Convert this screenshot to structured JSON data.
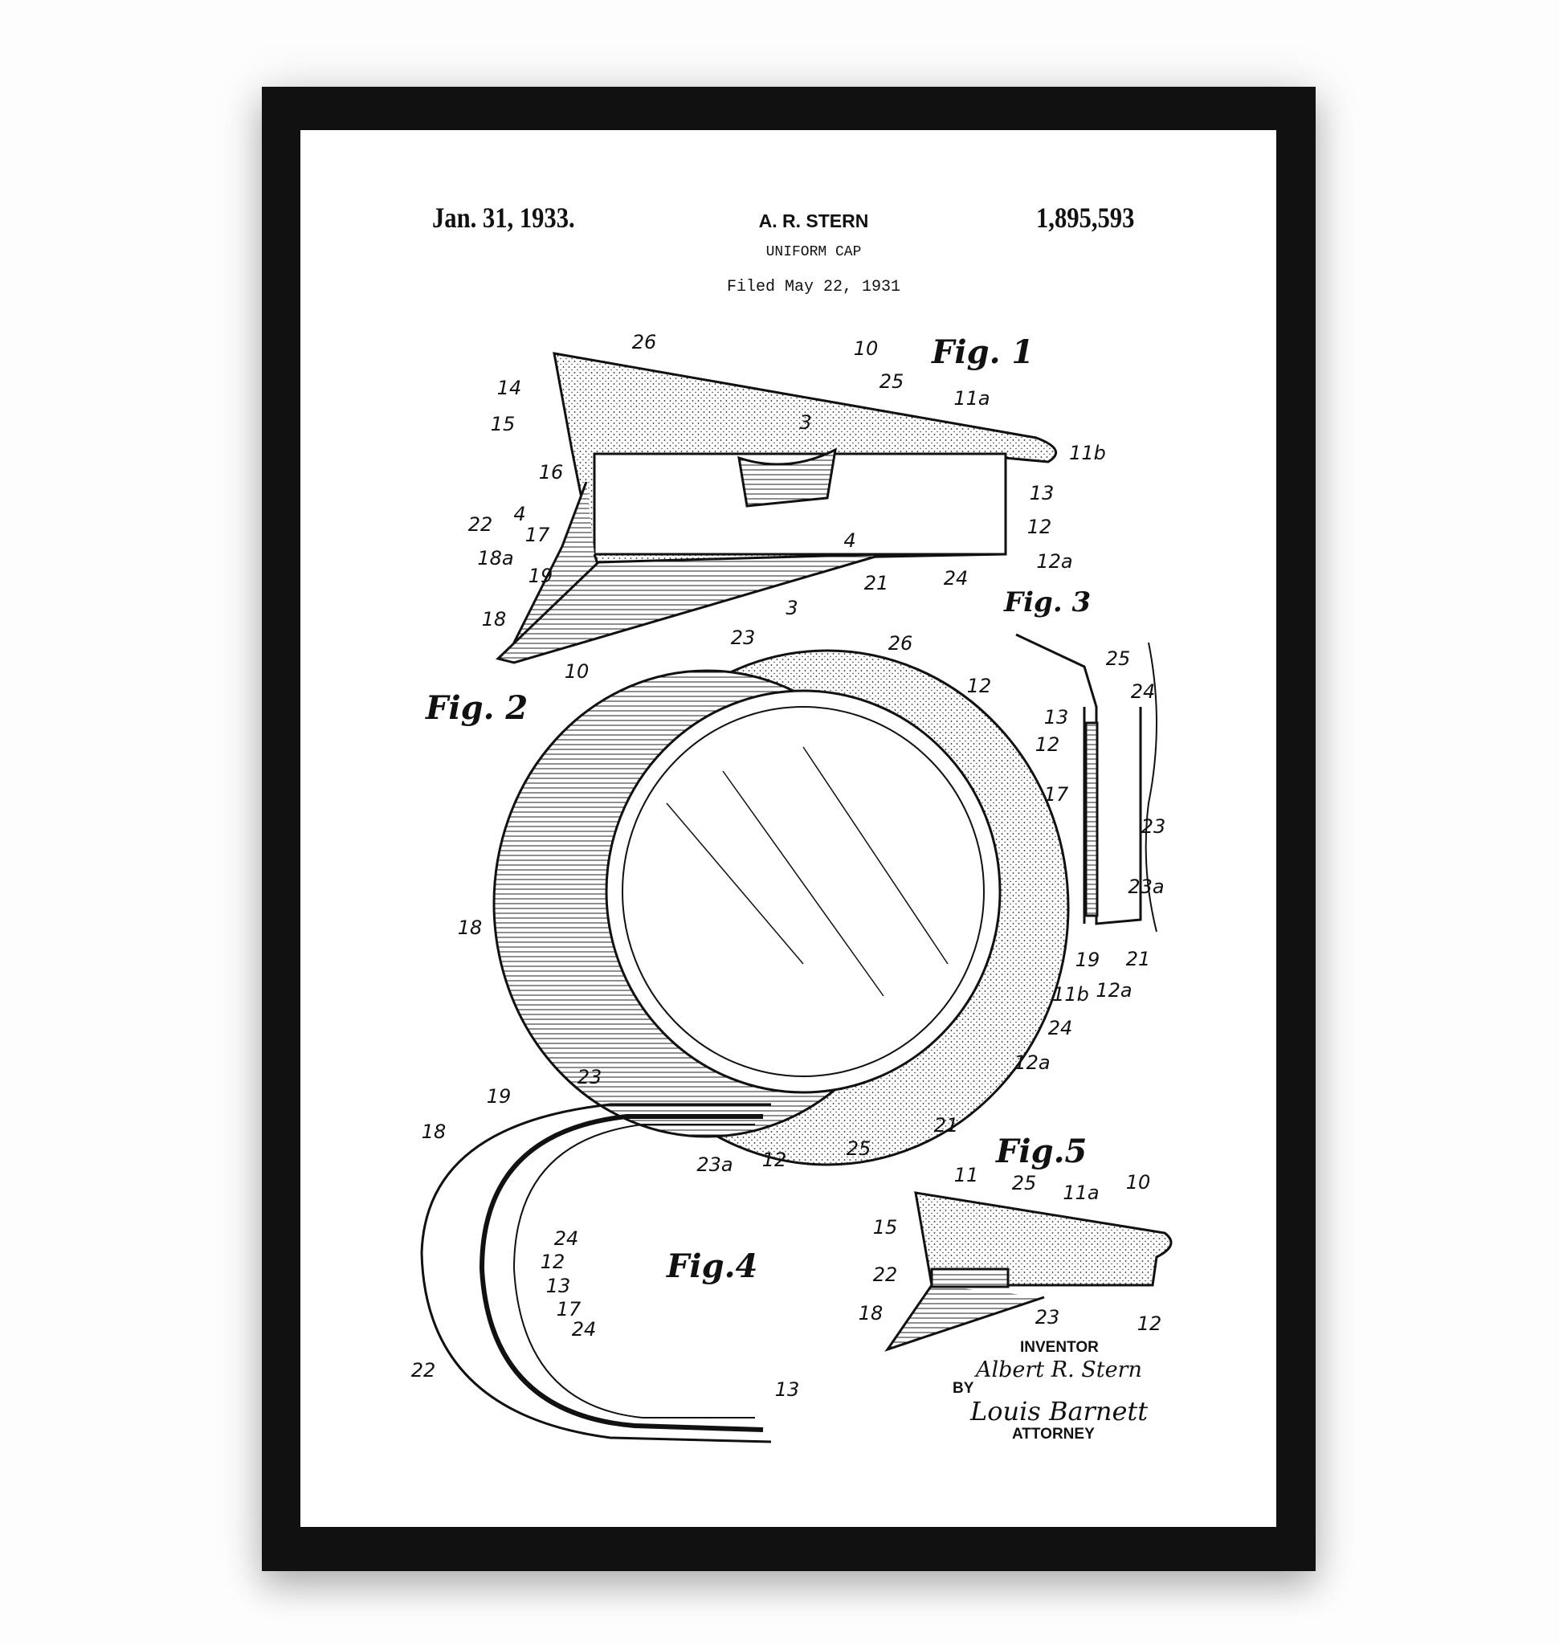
{
  "header": {
    "date": "Jan. 31, 1933.",
    "inventor_name": "A. R. STERN",
    "title": "UNIFORM CAP",
    "filed": "Filed May 22, 1931",
    "patent_number": "1,895,593"
  },
  "figures": [
    "Fig. 1",
    "Fig. 2",
    "Fig. 3",
    "Fig.4",
    "Fig.5"
  ],
  "numerals": [
    "26",
    "10",
    "25",
    "11a",
    "14",
    "15",
    "3",
    "11b",
    "16",
    "13",
    "4",
    "22",
    "12",
    "17",
    "4",
    "18a",
    "12a",
    "19",
    "21",
    "24",
    "3",
    "18",
    "23",
    "26",
    "12",
    "10",
    "18",
    "11b",
    "24",
    "12a",
    "21",
    "25",
    "23",
    "25",
    "24",
    "13",
    "12",
    "17",
    "23",
    "23a",
    "19",
    "12a",
    "21",
    "19",
    "18",
    "23a",
    "12",
    "24",
    "12",
    "13",
    "17",
    "24",
    "22",
    "13",
    "11",
    "25",
    "11a",
    "10",
    "15",
    "22",
    "18",
    "23",
    "12"
  ],
  "signature": {
    "inventor_label": "INVENTOR",
    "inventor": "Albert R. Stern",
    "by": "BY",
    "attorney": "Louis Barnett",
    "attorney_label": "ATTORNEY"
  }
}
